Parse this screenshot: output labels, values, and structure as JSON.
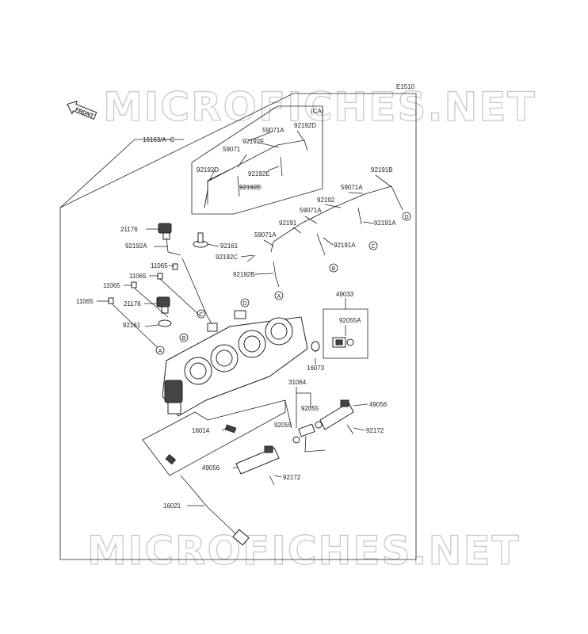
{
  "diagram": {
    "code": "E1510",
    "front_label": "FRONT",
    "watermark": "MICROFICHES.NET",
    "ca_label": "(CA)",
    "callouts": [
      "A",
      "B",
      "C",
      "D"
    ],
    "parts": [
      {
        "id": "p16163",
        "label": "16163/A~C"
      },
      {
        "id": "p59071a1",
        "label": "59071A"
      },
      {
        "id": "p92192d1",
        "label": "92192D"
      },
      {
        "id": "p59071",
        "label": "59071"
      },
      {
        "id": "p92192f",
        "label": "92192F"
      },
      {
        "id": "p92192d2",
        "label": "92192D"
      },
      {
        "id": "p92192e1",
        "label": "92192E"
      },
      {
        "id": "p92192e2",
        "label": "92192E"
      },
      {
        "id": "p92191b",
        "label": "92191B"
      },
      {
        "id": "p59071a2",
        "label": "59071A"
      },
      {
        "id": "p92192",
        "label": "92192"
      },
      {
        "id": "p59071a3",
        "label": "59071A"
      },
      {
        "id": "p92191a1",
        "label": "92191A"
      },
      {
        "id": "p92191",
        "label": "92191"
      },
      {
        "id": "p21176a",
        "label": "21176"
      },
      {
        "id": "p59071a4",
        "label": "59071A"
      },
      {
        "id": "p92192a",
        "label": "92192A"
      },
      {
        "id": "p92161a",
        "label": "92161"
      },
      {
        "id": "p92191a2",
        "label": "92191A"
      },
      {
        "id": "p92192c",
        "label": "92192C"
      },
      {
        "id": "p11065a",
        "label": "11065"
      },
      {
        "id": "p92192b",
        "label": "92192B"
      },
      {
        "id": "p11065b",
        "label": "11065"
      },
      {
        "id": "p11065c",
        "label": "11065"
      },
      {
        "id": "p11065d",
        "label": "11065"
      },
      {
        "id": "p21176b",
        "label": "21176"
      },
      {
        "id": "p49033",
        "label": "49033"
      },
      {
        "id": "p92161b",
        "label": "92161"
      },
      {
        "id": "p92055a",
        "label": "92055A"
      },
      {
        "id": "p16073",
        "label": "16073"
      },
      {
        "id": "p31064",
        "label": "31064"
      },
      {
        "id": "p49056a",
        "label": "49056"
      },
      {
        "id": "p92055a2",
        "label": "92055"
      },
      {
        "id": "p92055b",
        "label": "92055"
      },
      {
        "id": "p16014",
        "label": "16014"
      },
      {
        "id": "p92172a",
        "label": "92172"
      },
      {
        "id": "p49056b",
        "label": "49056"
      },
      {
        "id": "p92172b",
        "label": "92172"
      },
      {
        "id": "p16021",
        "label": "16021"
      }
    ]
  }
}
